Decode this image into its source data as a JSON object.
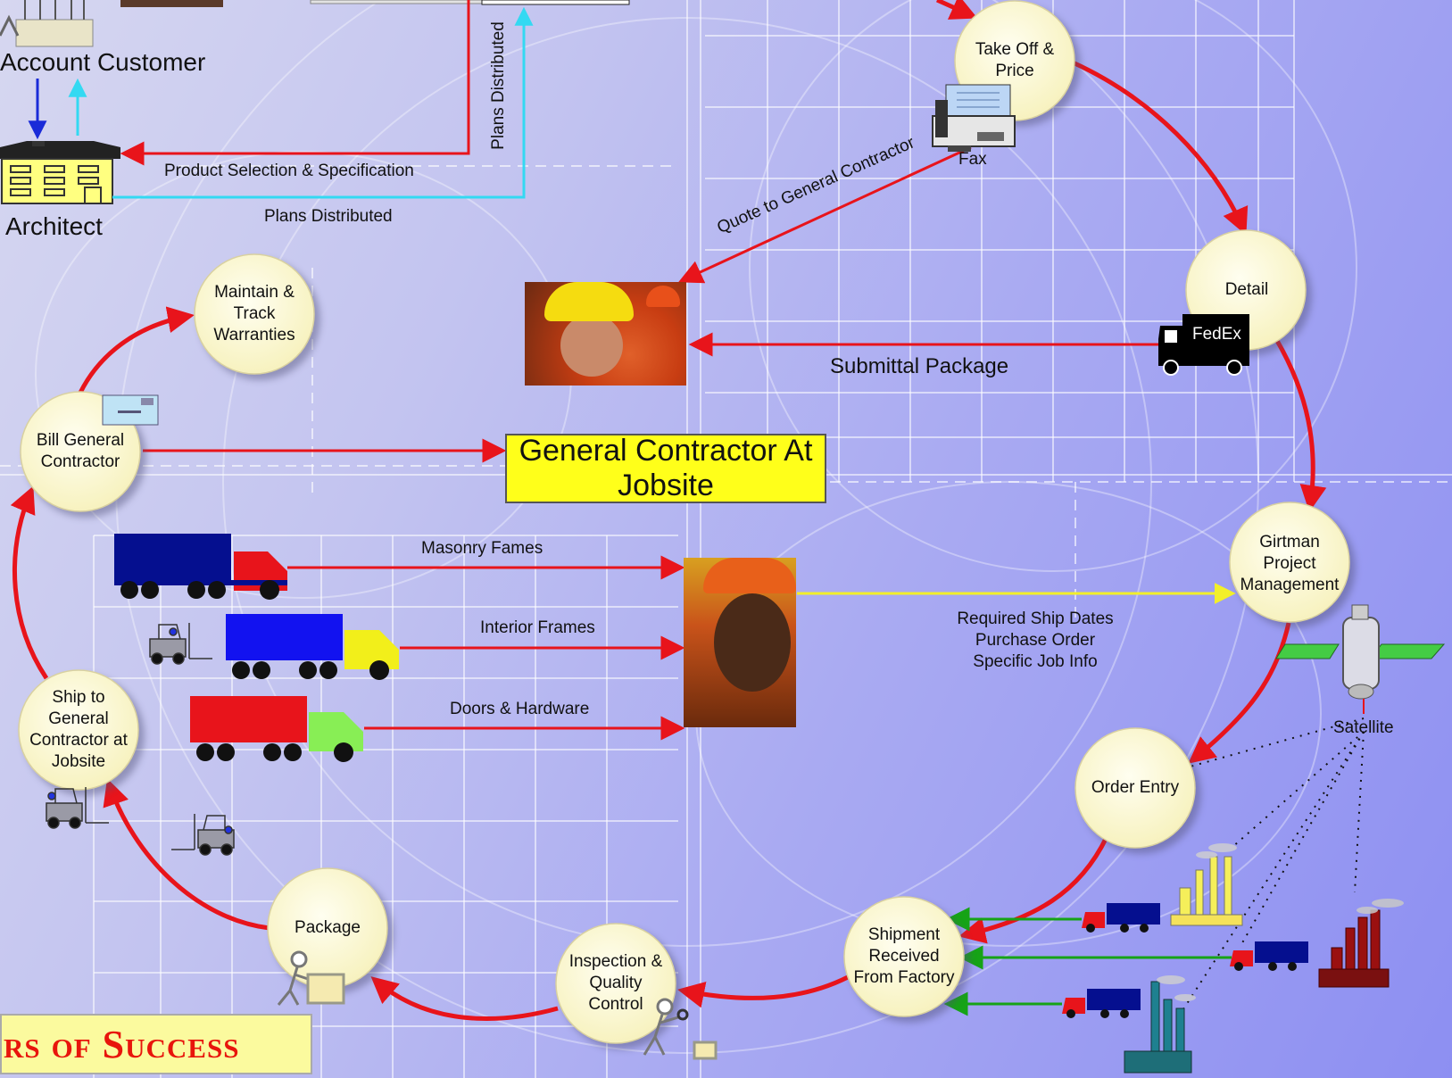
{
  "nodes": {
    "take_off_price": "Take Off &\nPrice",
    "detail": "Detail",
    "girtman": "Girtman\nProject\nManagement",
    "order_entry": "Order Entry",
    "shipment_received": "Shipment\nReceived\nFrom Factory",
    "inspection": "Inspection &\nQuality\nControl",
    "package": "Package",
    "ship_to_gc": "Ship to\nGeneral\nContractor at\nJobsite",
    "bill_gc": "Bill General\nContractor",
    "maintain": "Maintain &\nTrack\nWarranties"
  },
  "labels": {
    "account_customer": "Account Customer",
    "architect": "Architect",
    "product_selection": "Product Selection & Specification",
    "plans_distributed_h": "Plans Distributed",
    "plans_distributed_v": "Plans Distributed",
    "fax": "Fax",
    "quote_to_gc": "Quote to General Contractor",
    "submittal_package": "Submittal Package",
    "fedex": "FedEx",
    "gc_at_jobsite": "General Contractor At\nJobsite",
    "masonry_fames": "Masonry Fames",
    "interior_frames": "Interior Frames",
    "doors_hardware": "Doors & Hardware",
    "required_ship_dates": "Required Ship Dates\nPurchase Order\nSpecific Job Info",
    "satellite": "Satellite",
    "banner": "rs of Success"
  },
  "colors": {
    "flow_arrow": "#e8141b",
    "info_arrow": "#f2ef2a",
    "factory_arrow": "#16a316",
    "plans_line": "#33d9f2",
    "node_fill": "#fdfbd3",
    "gc_box": "#ffff1a",
    "banner_text": "#e8150c"
  },
  "icons": [
    "fax-icon",
    "fedex-truck-icon",
    "satellite-icon",
    "forklift-icon",
    "factory-icon",
    "envelope-icon",
    "worker-box-icon",
    "inspector-icon",
    "building-icon"
  ]
}
